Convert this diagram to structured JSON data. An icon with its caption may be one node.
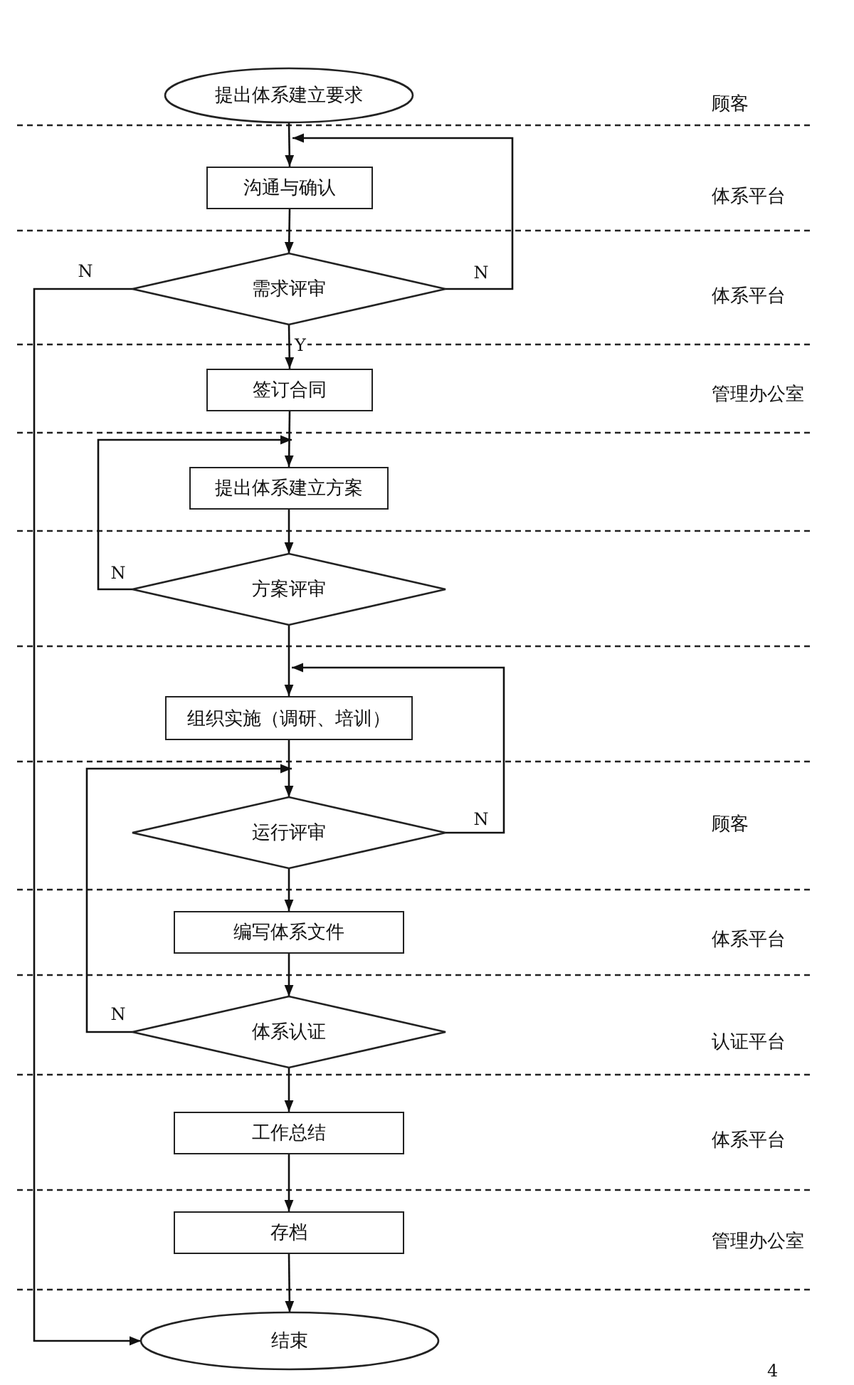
{
  "diagram": {
    "nodes": [
      {
        "text": [
          "提出体系建立要求"
        ]
      },
      {
        "text": [
          "沟通与确认"
        ]
      },
      {
        "text": [
          "需求评审"
        ]
      },
      {
        "text": [
          "签订合同"
        ]
      },
      {
        "text": [
          "提出体系建立方案"
        ]
      },
      {
        "text": [
          "方案评审"
        ]
      },
      {
        "text": [
          "组织实施（调研、培训）"
        ]
      },
      {
        "text": [
          "运行评审"
        ]
      },
      {
        "text": [
          "编写体系文件"
        ]
      },
      {
        "text": [
          "体系认证"
        ]
      },
      {
        "text": [
          "工作总结"
        ]
      },
      {
        "text": [
          "存档"
        ]
      },
      {
        "text": [
          "结束"
        ]
      }
    ],
    "edges": [
      {
        "from": 0,
        "to": 1,
        "arrow": "to"
      },
      {
        "from": 1,
        "to": 2,
        "arrow": "to"
      },
      {
        "from": 2,
        "to": 1,
        "arrow": "to",
        "label": "N"
      },
      {
        "from": 2,
        "to": 12,
        "arrow": "to",
        "label": "N"
      },
      {
        "from": 2,
        "to": 3,
        "arrow": "to",
        "label": "Y"
      },
      {
        "from": 3,
        "to": 4,
        "arrow": "to"
      },
      {
        "from": 4,
        "to": 5,
        "arrow": "to"
      },
      {
        "from": 5,
        "to": 4,
        "arrow": "to",
        "label": "N"
      },
      {
        "from": 5,
        "to": 6,
        "arrow": "to"
      },
      {
        "from": 6,
        "to": 7,
        "arrow": "to"
      },
      {
        "from": 7,
        "to": 6,
        "arrow": "to",
        "label": "N"
      },
      {
        "from": 7,
        "to": 8,
        "arrow": "to"
      },
      {
        "from": 8,
        "to": 9,
        "arrow": "to"
      },
      {
        "from": 9,
        "to": 7,
        "arrow": "to",
        "label": "N"
      },
      {
        "from": 9,
        "to": 10,
        "arrow": "to"
      },
      {
        "from": 10,
        "to": 11,
        "arrow": "to"
      },
      {
        "from": 11,
        "to": 12,
        "arrow": "to"
      }
    ],
    "labels": [
      "顾客",
      "体系平台",
      "体系平台",
      "管理办公室",
      "顾客",
      "体系平台",
      "认证平台",
      "体系平台",
      "管理办公室",
      "4"
    ]
  }
}
